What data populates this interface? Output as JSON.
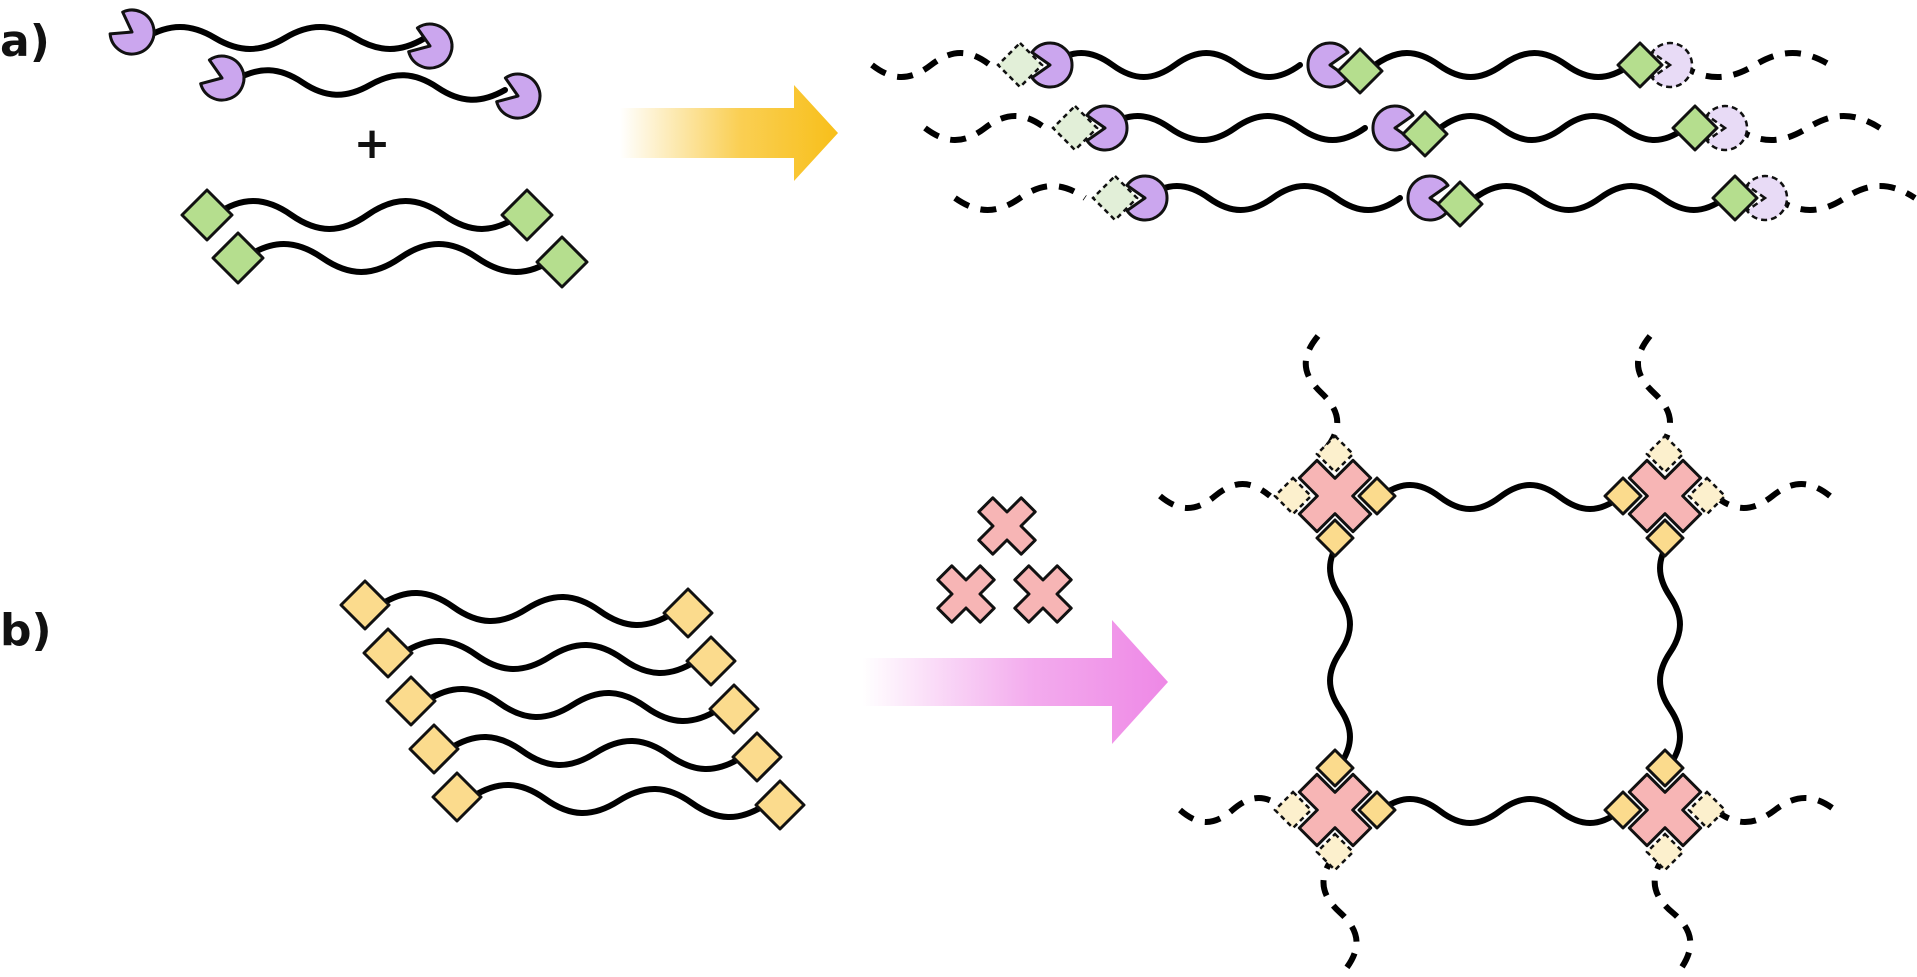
{
  "panels": [
    {
      "label": "a)"
    },
    {
      "label": "b)"
    }
  ],
  "colors": {
    "pacman_fill": "#cba6ee",
    "pacman_ghost_fill": "#e8dbf6",
    "green_square_fill": "#b5de8e",
    "green_square_ghost_fill": "#e2efd8",
    "yellow_square_fill": "#fbdb8d",
    "yellow_square_ghost_fill": "#fcf0cd",
    "pink_cross_fill": "#f7b5b5",
    "arrow_a": "#f8bf1a",
    "arrow_b": "#ee88e6",
    "chain": "#000000"
  },
  "icons": {
    "plus": "plus-sign",
    "pacman": "pacman-end-group",
    "square": "diamond-end-group",
    "cross": "cross-linker"
  },
  "plus_symbol": "+"
}
